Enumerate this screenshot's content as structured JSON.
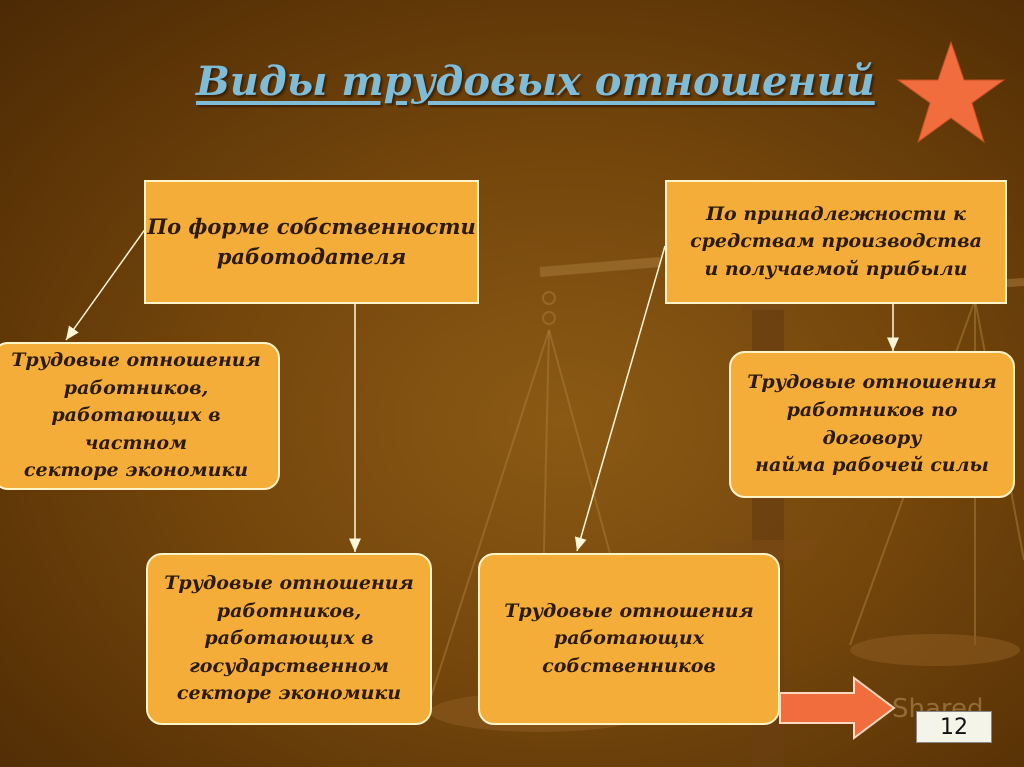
{
  "slide": {
    "title": "Виды трудовых отношений",
    "watermark": "Shared",
    "page_number": "12"
  },
  "boxes": {
    "ownership_form": "По форме собственности\nработодателя",
    "production_means": "По принадлежности к\nсредствам производства\nи получаемой прибыли",
    "private_sector": "Трудовые отношения\nработников,\nработающих в частном\nсекторе экономики",
    "public_sector": "Трудовые отношения\nработников,\nработающих в\nгосударственном\nсекторе экономики",
    "owners": "Трудовые отношения\nработающих\nсобственников",
    "hired_labor": "Трудовые отношения\nработников по договору\nнайма рабочей силы"
  },
  "colors": {
    "box_fill": "#f5ad3a",
    "box_border": "#fff3c8",
    "title": "#7fbcd8",
    "star": "#f26d3d",
    "nav_arrow": "#f26d3d"
  },
  "icons": {
    "star": "star-icon",
    "next": "arrow-right-icon"
  }
}
